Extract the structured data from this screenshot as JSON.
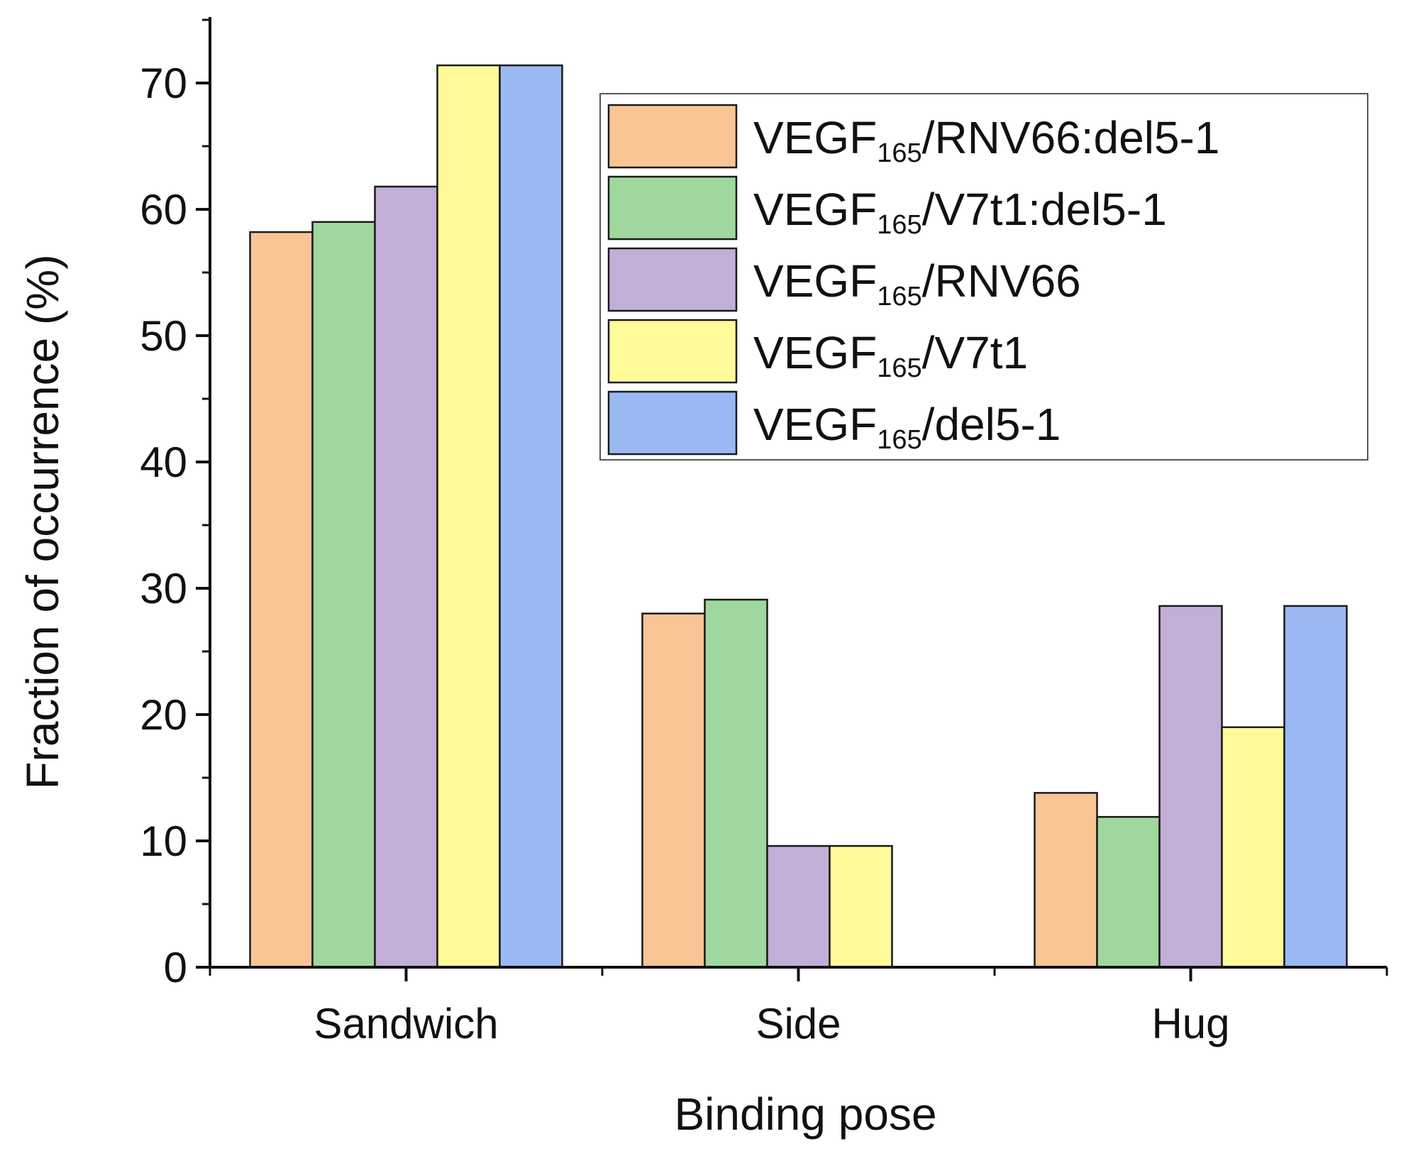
{
  "chart_data": {
    "type": "bar",
    "xlabel": "Binding pose",
    "ylabel": "Fraction of occurrence (%)",
    "ylim": [
      0,
      75
    ],
    "yticks": [
      0,
      10,
      20,
      30,
      40,
      50,
      60,
      70
    ],
    "categories": [
      "Sandwich",
      "Side",
      "Hug"
    ],
    "legend_position": "top-right",
    "grid": false,
    "series": [
      {
        "name": "VEGF165/RNV66:del5-1",
        "label_main": "VEGF",
        "label_sub": "165",
        "label_rest": "/RNV66:del5-1",
        "color": "#f9c595",
        "values": [
          58.2,
          28.0,
          13.8
        ]
      },
      {
        "name": "VEGF165/V7t1:del5-1",
        "label_main": "VEGF",
        "label_sub": "165",
        "label_rest": "/V7t1:del5-1",
        "color": "#9fd89c",
        "values": [
          59.0,
          29.1,
          11.9
        ]
      },
      {
        "name": "VEGF165/RNV66",
        "label_main": "VEGF",
        "label_sub": "165",
        "label_rest": "/RNV66",
        "color": "#c2aed6",
        "values": [
          61.8,
          9.6,
          28.6
        ]
      },
      {
        "name": "VEGF165/V7t1",
        "label_main": "VEGF",
        "label_sub": "165",
        "label_rest": "/V7t1",
        "color": "#fffb9a",
        "values": [
          71.4,
          9.6,
          19.0
        ]
      },
      {
        "name": "VEGF165/del5-1",
        "label_main": "VEGF",
        "label_sub": "165",
        "label_rest": "/del5-1",
        "color": "#9ab8f2",
        "values": [
          71.4,
          null,
          28.6
        ]
      }
    ]
  }
}
